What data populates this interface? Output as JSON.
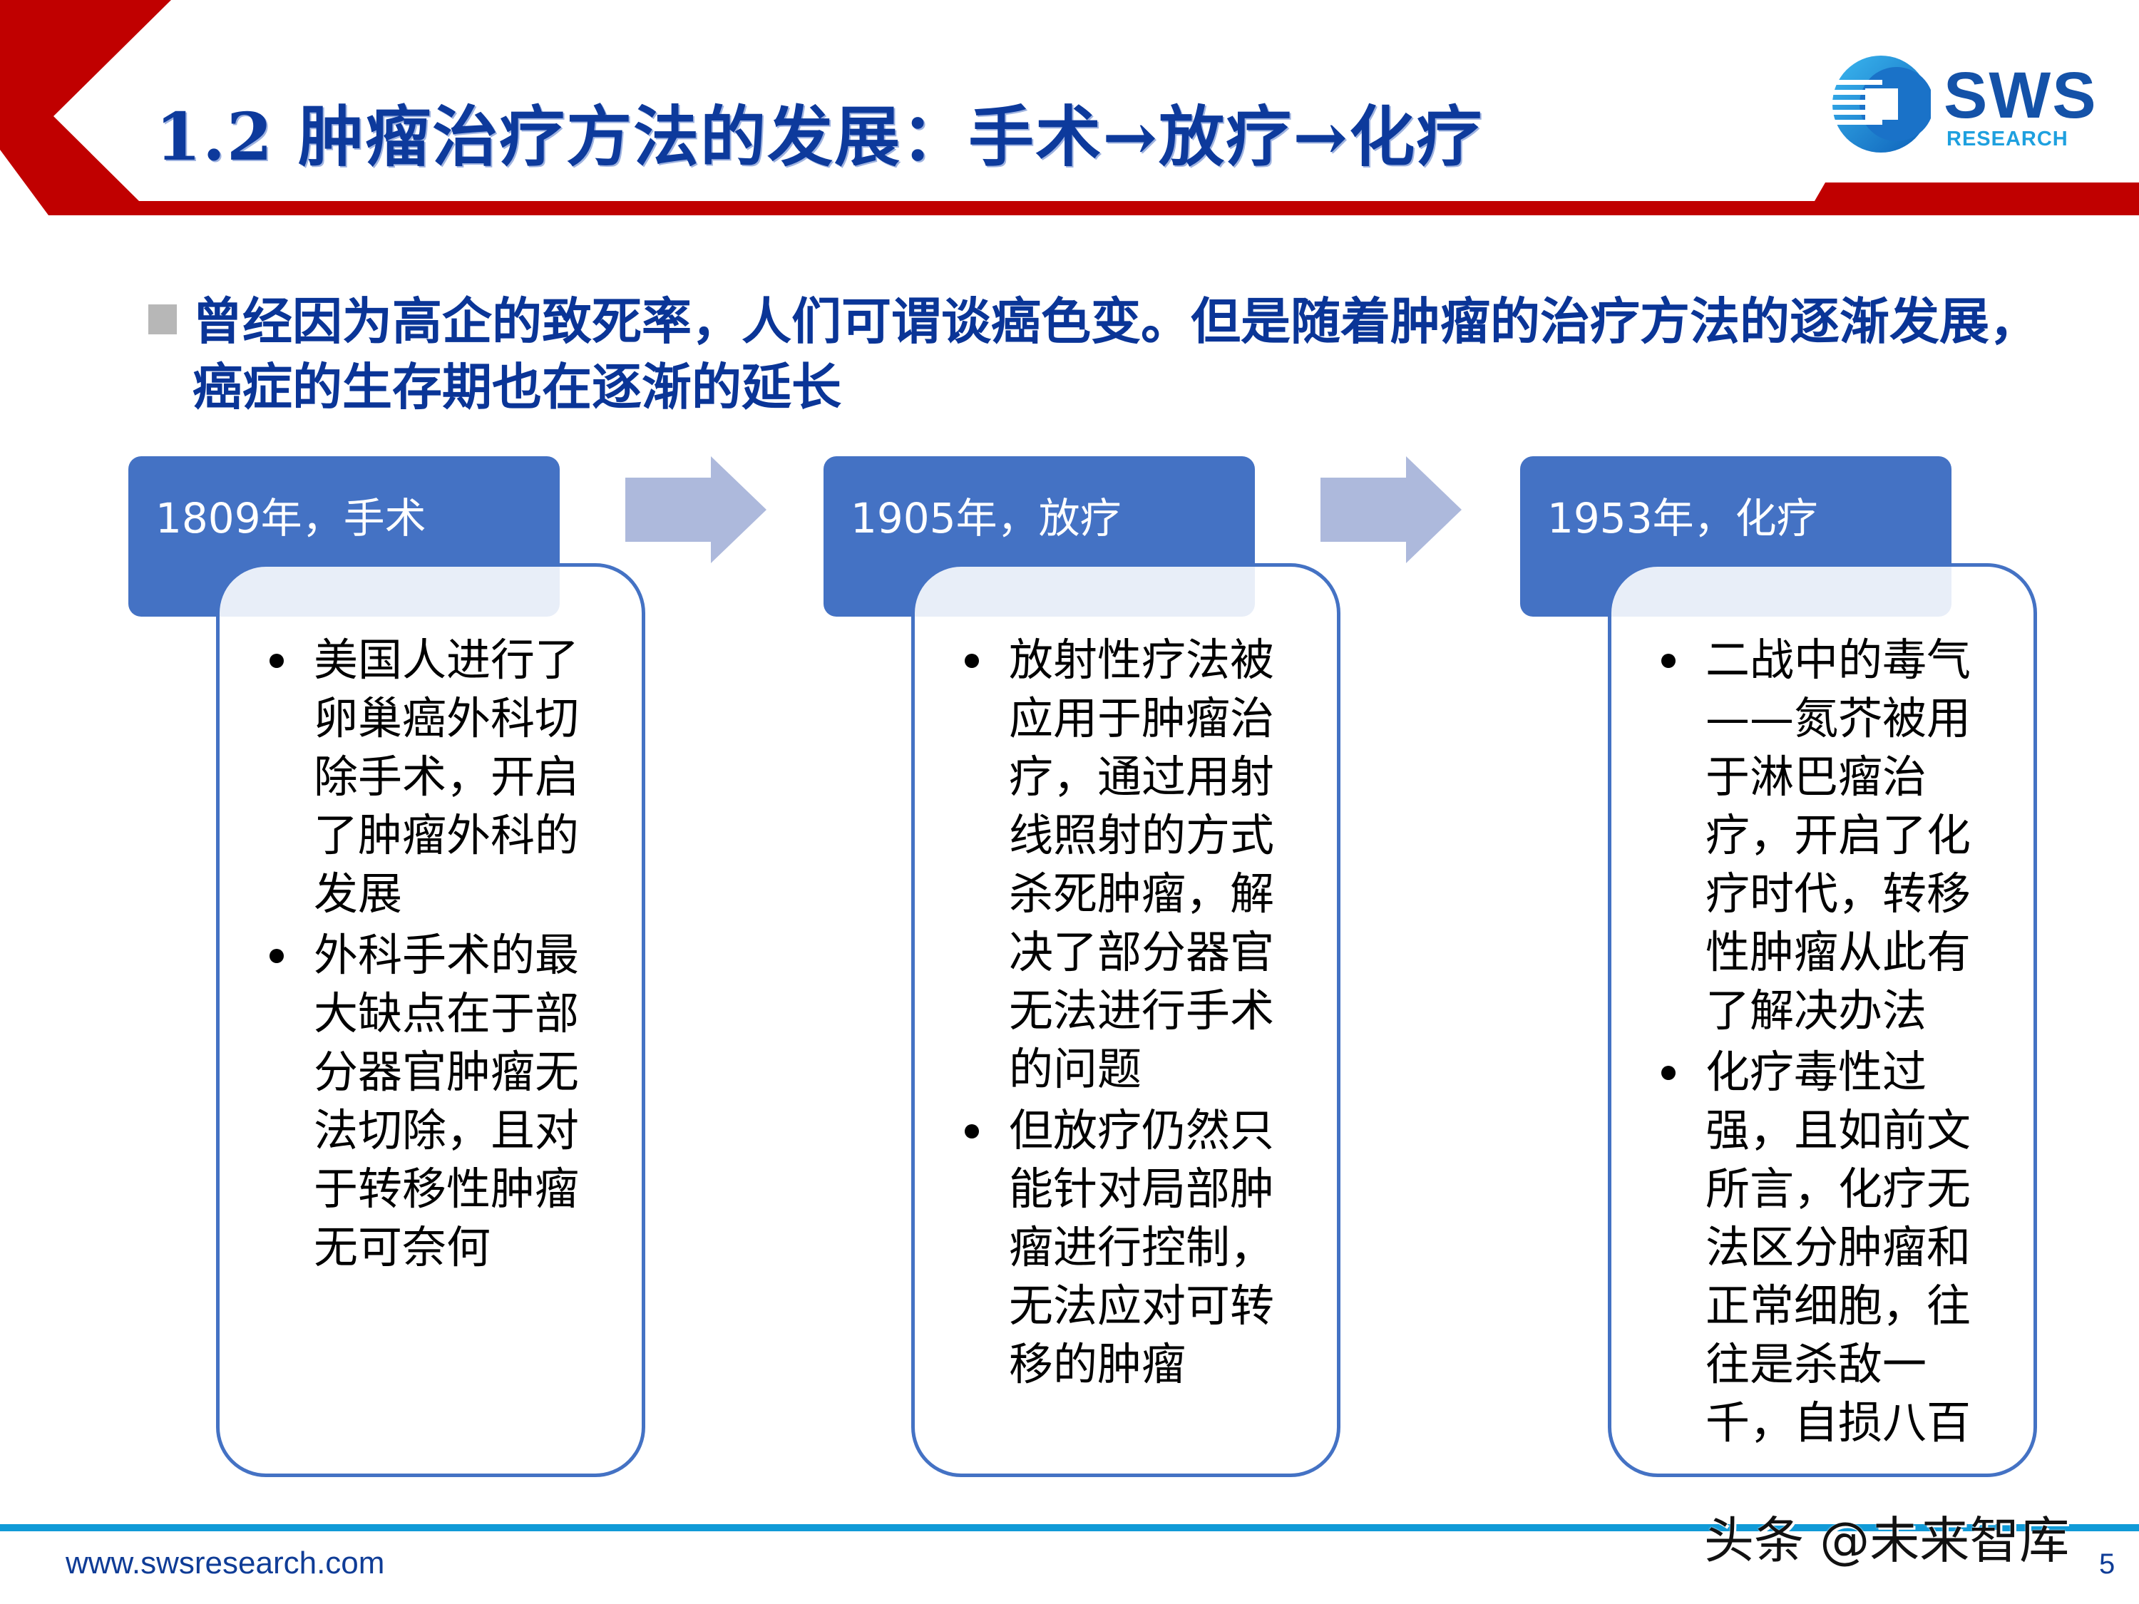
{
  "header": {
    "title": "1.2 肿瘤治疗方法的发展：手术→放疗→化疗",
    "accent_color": "#c00000",
    "title_color": "#0d3a9c"
  },
  "logo": {
    "name": "SWS",
    "subtitle": "RESEARCH"
  },
  "intro": {
    "text": "曾经因为高企的致死率，人们可谓谈癌色变。但是随着肿瘤的治疗方法的逐渐发展，癌症的生存期也在逐渐的延长"
  },
  "stages": [
    {
      "label": "1809年，手术",
      "bullets": [
        "美国人进行了卵巢癌外科切除手术，开启了肿瘤外科的发展",
        "外科手术的最大缺点在于部分器官肿瘤无法切除，且对于转移性肿瘤无可奈何"
      ]
    },
    {
      "label": "1905年，放疗",
      "bullets": [
        "放射性疗法被应用于肿瘤治疗，通过用射线照射的方式杀死肿瘤，解决了部分器官无法进行手术的问题",
        "但放疗仍然只能针对局部肿瘤进行控制，无法应对可转移的肿瘤"
      ]
    },
    {
      "label": "1953年，化疗",
      "bullets": [
        "二战中的毒气——氮芥被用于淋巴瘤治疗，开启了化疗时代，转移性肿瘤从此有了解决办法",
        "化疗毒性过强，且如前文所言，化疗无法区分肿瘤和正常细胞，往往是杀敌一千，自损八百"
      ]
    }
  ],
  "colors": {
    "stage_header": "#4472c4",
    "arrow": "#adb9dc",
    "footer_line": "#109ad7"
  },
  "footer": {
    "url": "www.swsresearch.com",
    "watermark": "头条 @未来智库",
    "page_number": "5"
  }
}
